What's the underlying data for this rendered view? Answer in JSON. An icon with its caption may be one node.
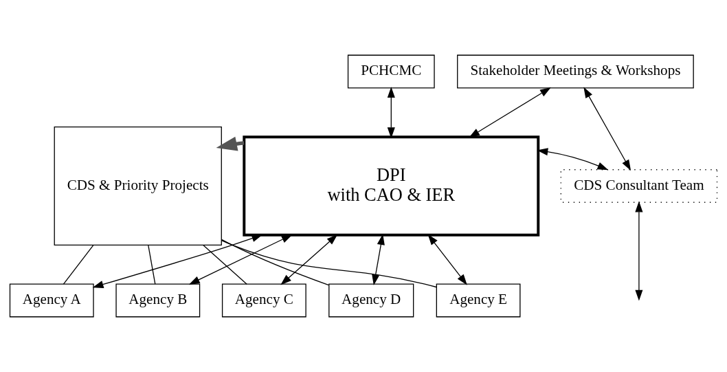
{
  "diagram": {
    "nodes": [
      {
        "text": [
          "PCHCMC"
        ]
      },
      {
        "text": [
          "CDS & Priority Projects"
        ]
      },
      {
        "text": [
          "DPI",
          "with CAO & IER"
        ]
      },
      {
        "text": [
          "Stakeholder Meetings & Workshops"
        ]
      },
      {
        "text": [
          "CDS Consultant Team"
        ]
      },
      {
        "text": [
          "Agency A"
        ]
      },
      {
        "text": [
          "Agency B"
        ]
      },
      {
        "text": [
          "Agency C"
        ]
      },
      {
        "text": [
          "Agency D"
        ]
      },
      {
        "text": [
          "Agency E"
        ]
      }
    ],
    "edges": [
      {
        "from": 0,
        "to": 2,
        "arrow": "both"
      },
      {
        "from": 2,
        "to": 1,
        "arrow": "to",
        "style": "thick"
      },
      {
        "from": 2,
        "to": 3,
        "arrow": "both"
      },
      {
        "from": 2,
        "to": 4,
        "arrow": "both"
      },
      {
        "from": 3,
        "to": 4,
        "arrow": "both"
      },
      {
        "from": 4,
        "to": null,
        "arrow": "both"
      },
      {
        "from": 2,
        "to": 5,
        "arrow": "both"
      },
      {
        "from": 2,
        "to": 6,
        "arrow": "both"
      },
      {
        "from": 2,
        "to": 7,
        "arrow": "both"
      },
      {
        "from": 2,
        "to": 8,
        "arrow": "both"
      },
      {
        "from": 2,
        "to": 9,
        "arrow": "both"
      },
      {
        "from": 1,
        "to": 5,
        "arrow": "none"
      },
      {
        "from": 1,
        "to": 6,
        "arrow": "none"
      },
      {
        "from": 1,
        "to": 7,
        "arrow": "none"
      },
      {
        "from": 1,
        "to": 8,
        "arrow": "none"
      },
      {
        "from": 1,
        "to": 9,
        "arrow": "none"
      }
    ]
  }
}
